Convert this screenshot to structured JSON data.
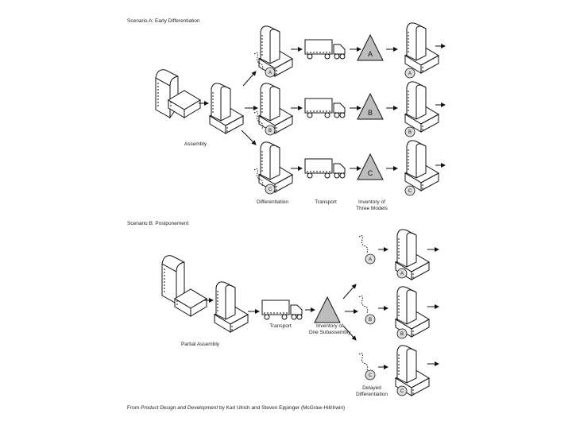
{
  "scenario_a": {
    "title": "Scenario A: Early Differentiation",
    "labels": {
      "assembly": "Assembly",
      "differentiation": "Differentiation",
      "transport": "Transport",
      "inventory_line1": "Inventory of",
      "inventory_line2": "Three Models"
    },
    "models": [
      "A",
      "B",
      "C"
    ]
  },
  "scenario_b": {
    "title": "Scenario B: Postponement",
    "labels": {
      "partial_assembly": "Partial Assembly",
      "transport": "Transport",
      "inventory_line1": "Inventory of",
      "inventory_line2": "One Subassembly",
      "delayed_line1": "Delayed",
      "delayed_line2": "Differentiation"
    },
    "models": [
      "A",
      "B",
      "C"
    ]
  },
  "source": {
    "prefix": "From ",
    "book_title": "Product Design and Development",
    "suffix": " by Karl Ulrich and Steven Eppinger (McGraw-Hill/Irwin)"
  },
  "colors": {
    "line": "#111111",
    "triangle_fill": "#bdbdbd",
    "badge_fill": "#dddddd"
  },
  "icons": [
    "chair-part-icon",
    "seat-icon",
    "truck-icon",
    "inventory-triangle-icon",
    "module-badge-icon",
    "arrow-icon"
  ]
}
